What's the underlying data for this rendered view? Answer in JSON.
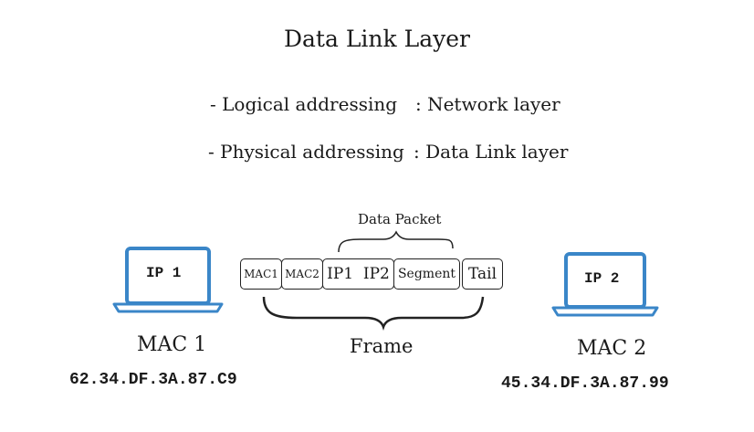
{
  "title": "Data Link Layer",
  "addressing": [
    {
      "label": "- Logical addressing",
      "value": ":  Network layer"
    },
    {
      "label": "- Physical addressing",
      "value": ":  Data Link layer"
    }
  ],
  "packet_label": "Data Packet",
  "frame_label": "Frame",
  "frame_fields": [
    "MAC1",
    "MAC2",
    "IP1  IP2",
    "Segment",
    "Tail"
  ],
  "host1": {
    "ip": "IP 1",
    "mac_name": "MAC 1",
    "mac_address": "62.34.DF.3A.87.C9"
  },
  "host2": {
    "ip": "IP 2",
    "mac_name": "MAC 2",
    "mac_address": "45.34.DF.3A.87.99"
  },
  "colors": {
    "laptop": "#3a86c8",
    "laptop_fill": "#ffffff"
  }
}
